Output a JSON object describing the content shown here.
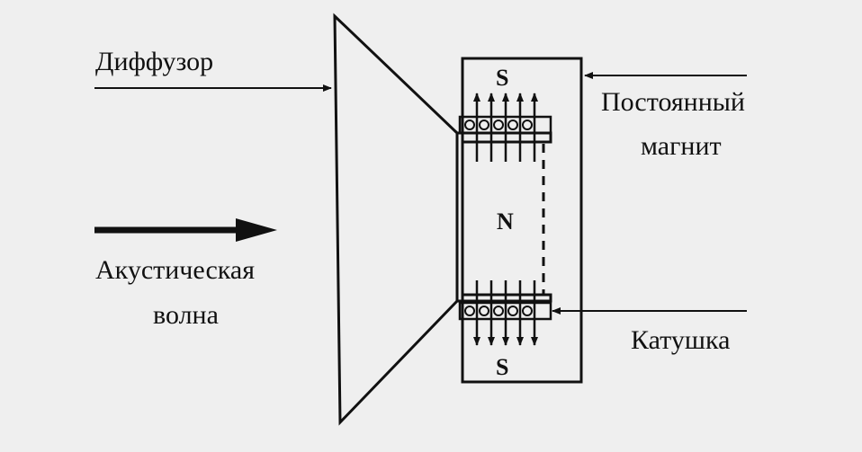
{
  "labels": {
    "diffuser": "Диффузор",
    "magnet_line1": "Постоянный",
    "magnet_line2": "магнит",
    "wave_line1": "Акустическая",
    "wave_line2": "волна",
    "coil": "Катушка"
  },
  "poles": {
    "top": "S",
    "middle": "N",
    "bottom": "S"
  },
  "colors": {
    "background": "#efefef",
    "ink": "#111111"
  }
}
